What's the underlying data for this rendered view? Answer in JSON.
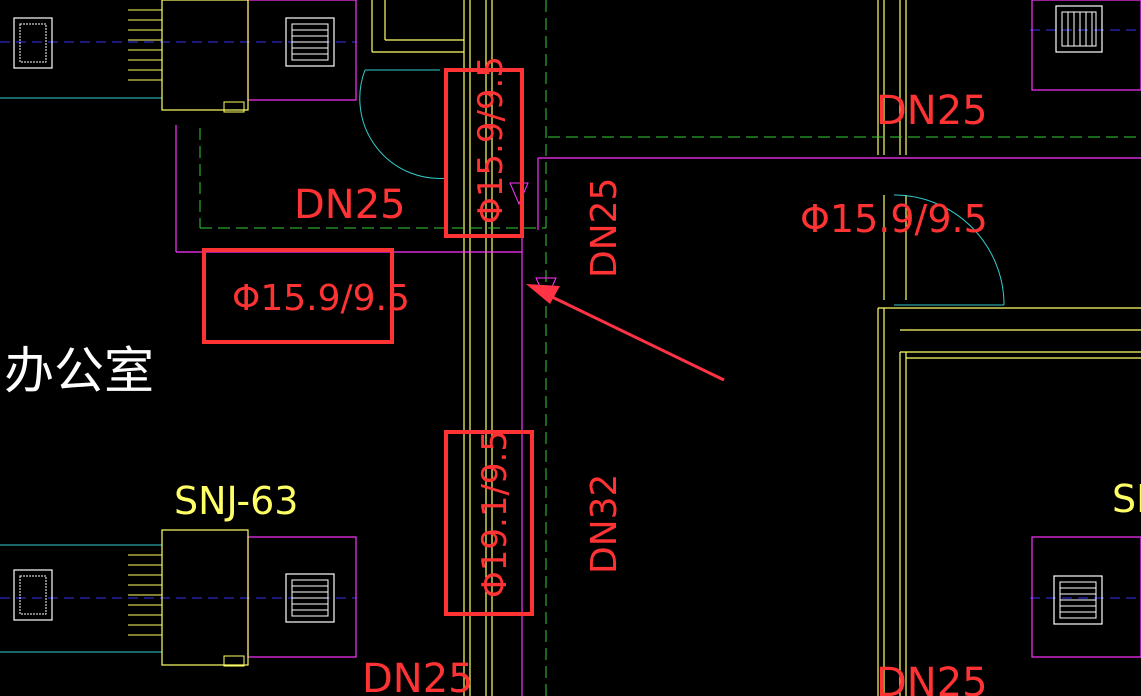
{
  "drawing": {
    "room_label": "办公室",
    "unit_label_partial_left": "SNJ-63",
    "unit_label_partial_right": "SN",
    "pipe_labels": {
      "dn25_top_right": "DN25",
      "dn25_mid_left": "DN25",
      "dn25_vertical": "DN25",
      "dn32_vertical": "DN32",
      "dn25_bottom_center": "DN25",
      "dn25_bottom_right": "DN25"
    },
    "refrigerant_labels": {
      "vertical_top": "Φ15.9/9.5",
      "horizontal_left": "Φ15.9/9.5",
      "vertical_bottom": "Φ19.1/9.5",
      "right_room": "Φ15.9/9.5"
    }
  },
  "colors": {
    "background": "#000000",
    "wall": "#ffff66",
    "refrigerant_pipe": "#ff33ff",
    "drain_pipe": "#33cc33",
    "axis": "#3333ff",
    "door": "#33cccc",
    "text": "#ff3333",
    "highlight": "#ff3333",
    "annotation_arrow": "#ff3344",
    "unit": "#ffffff"
  }
}
